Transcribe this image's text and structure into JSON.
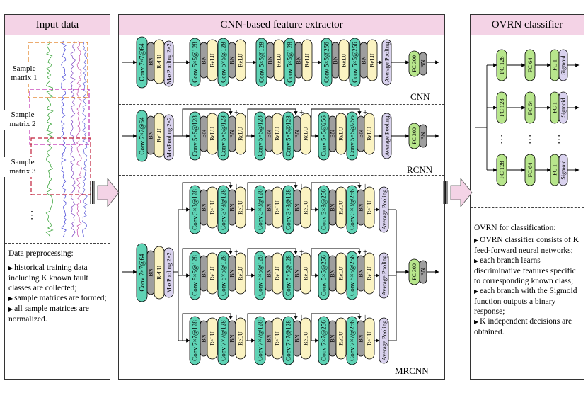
{
  "panels": {
    "input": {
      "title": "Input data",
      "samples": [
        "Sample matrix 1",
        "Sample matrix 2",
        "Sample matrix 3"
      ],
      "ellipsis": "⋮",
      "preprocess_title": "Data preprocessing:",
      "bullets": [
        "historical training data including K known fault classes are collected;",
        "sample matrices are formed;",
        "all sample matrices are normalized."
      ]
    },
    "cnn": {
      "title": "CNN-based feature extractor",
      "rows": [
        "CNN",
        "RCNN",
        "MRCNN"
      ]
    },
    "ovrn": {
      "title": "OVRN classifier",
      "desc_title": "OVRN for classification:",
      "bullets": [
        "OVRN classifier consists of K feed-forward neural networks;",
        "each branch learns discriminative features specific to corresponding known class;",
        "each branch with the Sigmoid function outputs a binary response;",
        "K independent decisions are obtained."
      ]
    }
  },
  "layers": {
    "conv7": "Conv 7×7@64",
    "maxpool": "MaxPooling 2×2",
    "conv5_128": "Conv 5×5@128",
    "conv5_256": "Conv 5×5@256",
    "conv3_128": "Conv 3×3@128",
    "conv3_256": "Conv 3×3@256",
    "conv7_128": "Conv 7×7@128",
    "conv7_256": "Conv 7×7@256",
    "bn": "BN",
    "relu": "ReLU",
    "avgpool": "Average Pooling",
    "fc300": "FC 300",
    "fc128": "FC 128",
    "fc64": "FC 64",
    "fc1": "FC 1",
    "sigmoid": "Sigmoid",
    "plus": "+",
    "vdots": "⋮"
  },
  "colors": {
    "header": "#f4d3e6",
    "conv": "#5fd3b5",
    "bn": "#9e9e9e",
    "relu": "#fbf3c2",
    "pool": "#d9d2ee",
    "fc": "#b8e68c",
    "arrow_fill": "#f4d3e6"
  }
}
